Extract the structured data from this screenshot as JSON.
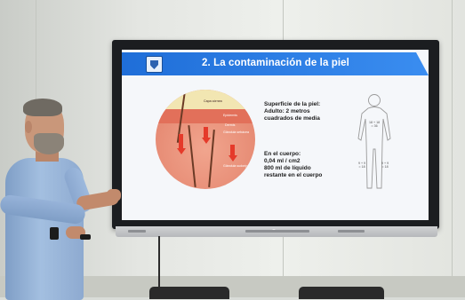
{
  "slide": {
    "title": "2. La contaminación de la piel",
    "surface_title": "Superficie de la piel:",
    "surface_line1": "Adulto: 2 metros",
    "surface_line2": "cuadrados de media",
    "body_line1": "En el cuerpo:",
    "body_line2": "0,04 ml / cm2",
    "body_line3": "800 ml de líquido",
    "body_line4": "restante en el cuerpo",
    "diagram_labels": {
      "capa_cornea": "Capa córnea",
      "epidermis": "Epidermis",
      "glandula_sebacea": "Glándula sebácea",
      "dermis": "Dermis",
      "glandula_sudoripara": "Glándula sudorípara"
    },
    "body_labels": {
      "upper": "18 + 18\n= 36",
      "left_leg": "9 + 9\n= 18",
      "right_leg": "9 + 9\n= 18"
    }
  },
  "colors": {
    "header": "#2b7de6",
    "slide_bg": "#f5f7fa",
    "tv_frame": "#1b1d20",
    "shirt": "#9bb7dc",
    "arrow": "#e53a2a"
  }
}
